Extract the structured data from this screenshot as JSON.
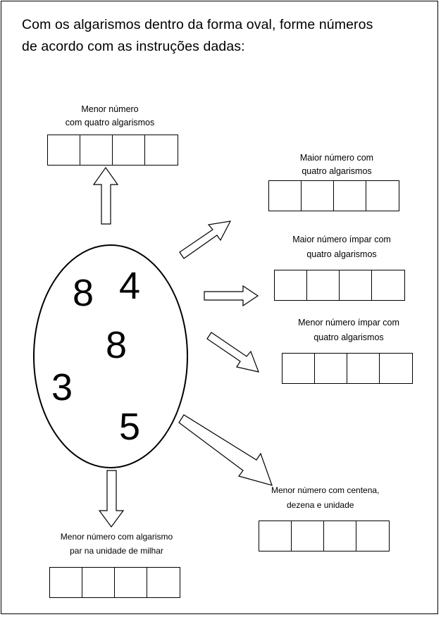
{
  "instructions": {
    "line1": "Com os algarismos dentro da forma oval, forme números",
    "line2": "de acordo com as instruções dadas:"
  },
  "oval_digits": [
    "8",
    "4",
    "8",
    "3",
    "5"
  ],
  "tasks": [
    {
      "line1": "Menor número",
      "line2": "com quatro algarismos",
      "boxes": 4
    },
    {
      "line1": "Maior número com",
      "line2": "quatro algarismos",
      "boxes": 4
    },
    {
      "line1": "Maior número ímpar com",
      "line2": "quatro algarismos",
      "boxes": 4
    },
    {
      "line1": "Menor número ímpar com",
      "line2": "quatro algarismos",
      "boxes": 4
    },
    {
      "line1": "Menor número com centena,",
      "line2": "dezena e unidade",
      "boxes": 4
    },
    {
      "line1": "Menor número com algarismo",
      "line2": "par na unidade de milhar",
      "boxes": 4
    }
  ]
}
